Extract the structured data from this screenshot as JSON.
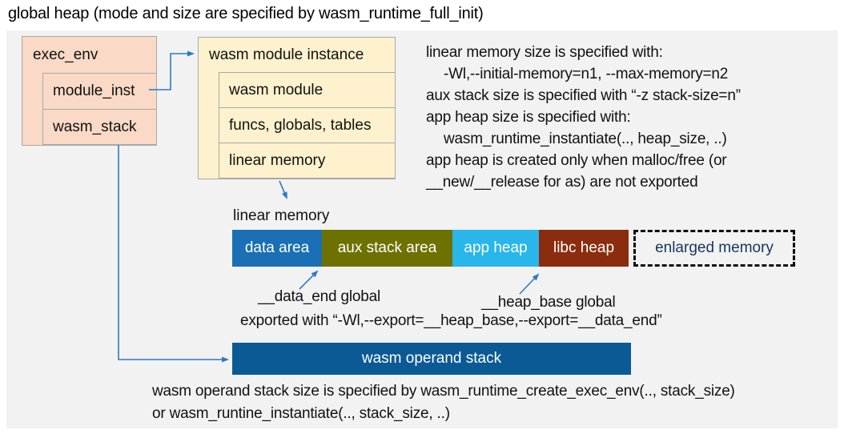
{
  "title": "global heap (mode and size are specified by wasm_runtime_full_init)",
  "colors": {
    "panel_background": "#f2f2f2",
    "struct_box_pink": "#fadac6",
    "struct_box_cream": "#fdf2cd",
    "box_border_gray": "#a8a8a8",
    "arrow_blue": "#2b7bc4",
    "data_area": "#1a6fb5",
    "aux_stack_area": "#6d7100",
    "app_heap": "#29b6ea",
    "libc_heap": "#8c2c0e",
    "operand_stack": "#0b5a95",
    "enlarged_memory_text": "#17365d"
  },
  "exec_env": {
    "title": "exec_env",
    "rows": [
      {
        "label": "module_inst"
      },
      {
        "label": "wasm_stack"
      }
    ]
  },
  "module_instance": {
    "title": "wasm module instance",
    "rows": [
      {
        "label": "wasm module"
      },
      {
        "label": "funcs, globals, tables"
      },
      {
        "label": "linear memory"
      }
    ]
  },
  "notes": {
    "lines": [
      {
        "text": "linear memory size is specified with:"
      },
      {
        "text": "-Wl,--initial-memory=n1, --max-memory=n2"
      },
      {
        "text": "aux stack size is specified with “-z stack-size=n”"
      },
      {
        "text": "app heap size is specified with:"
      },
      {
        "text": "wasm_runtime_instantiate(.., heap_size, ..)"
      },
      {
        "text": "app heap is created only when malloc/free (or"
      },
      {
        "text": "__new/__release for as) are not exported"
      }
    ]
  },
  "linear_memory": {
    "label": "linear memory",
    "segments": [
      {
        "label": "data area",
        "color": "#1a6fb5",
        "text_color": "#ffffff"
      },
      {
        "label": "aux stack area",
        "color": "#6d7100",
        "text_color": "#ffffff"
      },
      {
        "label": "app heap",
        "color": "#29b6ea",
        "text_color": "#ffffff"
      },
      {
        "label": "libc heap",
        "color": "#8c2c0e",
        "text_color": "#ffffff"
      },
      {
        "label": "enlarged memory",
        "color": "transparent",
        "text_color": "#17365d",
        "border": "dashed"
      }
    ]
  },
  "annotations": {
    "data_end": "__data_end global",
    "heap_base": "__heap_base global",
    "exported": "exported with “-Wl,--export=__heap_base,--export=__data_end”"
  },
  "operand_stack": {
    "label": "wasm operand stack",
    "note_line1": "wasm operand stack size is specified by wasm_runtime_create_exec_env(.., stack_size)",
    "note_line2": "or wasm_runtine_instantiate(.., stack_size, ..)"
  }
}
